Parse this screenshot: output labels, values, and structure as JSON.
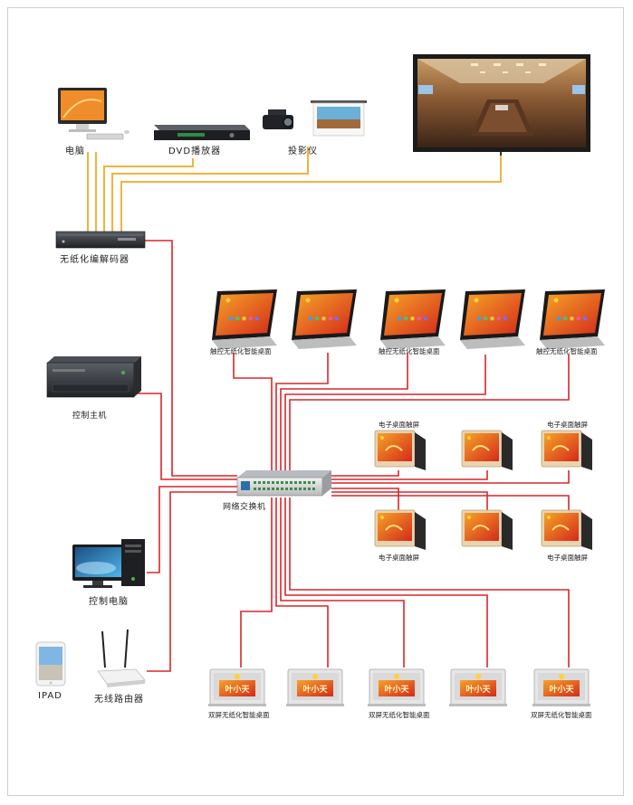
{
  "labels": {
    "pc": "电脑",
    "dvd": "DVD播放器",
    "projector": "投影仪",
    "codec": "无纸化编解码器",
    "control_host": "控制主机",
    "switch": "网络交换机",
    "control_pc": "控制电脑",
    "ipad": "IPAD",
    "router": "无线路由器",
    "touch_desk_left": "触控无纸化智能桌面",
    "touch_desk_mid": "触控无纸化智能桌面",
    "touch_desk_right": "触控无纸化智能桌面",
    "epaper_top_left": "电子桌面触屏",
    "epaper_top_right": "电子桌面触屏",
    "epaper_bottom_left": "电子桌面触屏",
    "epaper_bottom_right": "电子桌面触屏",
    "dual_desk_left": "双屏无纸化智能桌面",
    "dual_desk_mid": "双屏无纸化智能桌面",
    "dual_desk_right": "双屏无纸化智能桌面"
  },
  "nameplate_text": "叶小天",
  "colors": {
    "network_line": "#d9262b",
    "av_line": "#f0b43c",
    "screen_red": "#d63a1e",
    "screen_orange": "#f07a22"
  }
}
